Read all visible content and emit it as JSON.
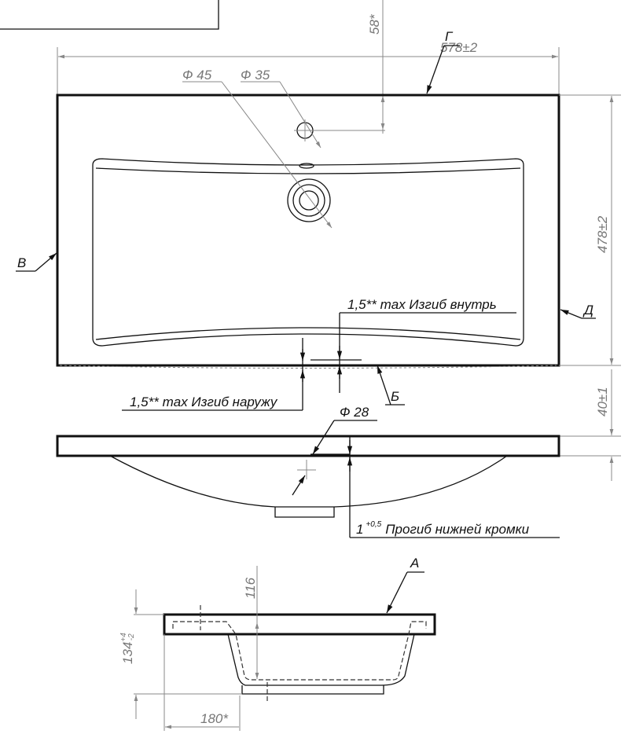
{
  "drawing": {
    "dimensions": {
      "width": "578±2",
      "depth": "478±2",
      "tap_offset": "58*",
      "thickness": "40±1",
      "drain_diameter": "Ф 45",
      "tap_diameter": "Ф 35",
      "bottom_drain_diameter": "Ф 28",
      "height_base": "134",
      "height_tol_plus": "+4",
      "height_tol_minus": "-2",
      "bowl_depth": "116",
      "bowl_offset": "180*"
    },
    "notes": {
      "bend_inward": "1,5** max Изгиб внутрь",
      "bend_outward": "1,5** max Изгиб наружу",
      "sag_base": "1",
      "sag_tol": "+0,5",
      "sag_text": "Прогиб нижней кромки"
    },
    "views": {
      "a": "А",
      "b": "Б",
      "v": "В",
      "g": "Г",
      "d": "Д"
    }
  }
}
